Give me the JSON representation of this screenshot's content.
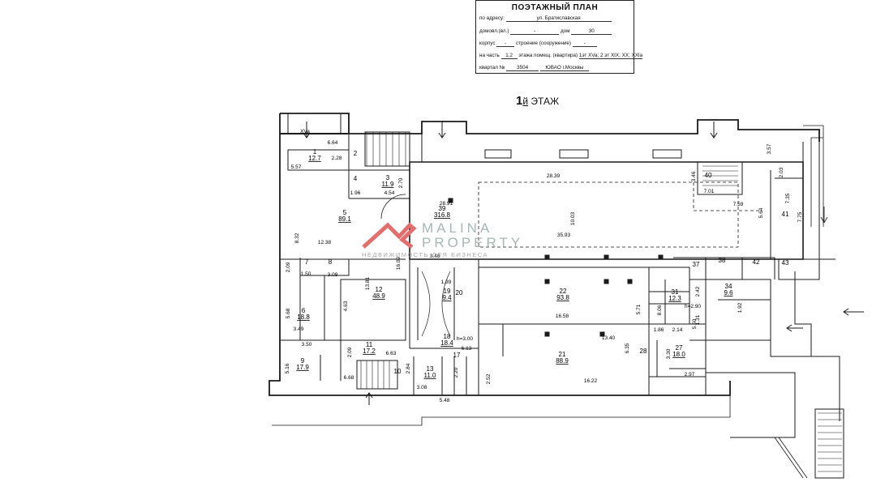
{
  "stamp": {
    "title": "ПОЭТАЖНЫЙ ПЛАН",
    "address_label": "по адресу:",
    "address_value": "ул. Братиславская",
    "domovl_label": "домовл.(вл.)",
    "domovl_value": "-",
    "dom_label": "дом",
    "dom_value": "30",
    "korpus_label": "корпус",
    "korpus_value": "-",
    "stroenie_label": "строение (сооружение)",
    "stroenie_value": "-",
    "part_label": "на часть",
    "part_value": "1,2",
    "part_rest": "этажа помещ. (квартира)",
    "part_rooms": "1эт XVa; 2 эт XIX; XX; XXIa",
    "kvartal_label": "квартал №",
    "kvartal_value": "3504",
    "district": "ЮВАО г.Москвы"
  },
  "floor": {
    "number": "1",
    "suffix": "й",
    "label": "ЭТАЖ"
  },
  "watermark": {
    "line1": "MALINA",
    "line2": "PROPERTY",
    "line3": "НЕДВИЖИМОСТЬ ДЛЯ БИЗНЕСА",
    "color": "#e07070"
  },
  "rooms": [
    {
      "id": "r1",
      "num": "1",
      "area": "12.7"
    },
    {
      "id": "r2",
      "num": "2",
      "area": ""
    },
    {
      "id": "r3",
      "num": "3",
      "area": "11.9"
    },
    {
      "id": "r4",
      "num": "4",
      "area": ""
    },
    {
      "id": "r5",
      "num": "5",
      "area": "89.1"
    },
    {
      "id": "r6",
      "num": "6",
      "area": "18.8"
    },
    {
      "id": "r7",
      "num": "7",
      "area": ""
    },
    {
      "id": "r8",
      "num": "8",
      "area": ""
    },
    {
      "id": "r9",
      "num": "9",
      "area": "17.9"
    },
    {
      "id": "r10",
      "num": "10",
      "area": ""
    },
    {
      "id": "r11",
      "num": "11",
      "area": "17.2"
    },
    {
      "id": "r12",
      "num": "12",
      "area": "48.9"
    },
    {
      "id": "r13",
      "num": "13",
      "area": "11.0"
    },
    {
      "id": "r17",
      "num": "17",
      "area": ""
    },
    {
      "id": "r18",
      "num": "18",
      "area": "18.4"
    },
    {
      "id": "r19",
      "num": "19",
      "area": "9.4"
    },
    {
      "id": "r20",
      "num": "20",
      "area": ""
    },
    {
      "id": "r21",
      "num": "21",
      "area": "88.9"
    },
    {
      "id": "r22",
      "num": "22",
      "area": "93.8"
    },
    {
      "id": "r27",
      "num": "27",
      "area": "18.0"
    },
    {
      "id": "r28",
      "num": "28",
      "area": ""
    },
    {
      "id": "r31",
      "num": "31",
      "area": "12.3"
    },
    {
      "id": "r34",
      "num": "34",
      "area": "9.6"
    },
    {
      "id": "r37",
      "num": "37",
      "area": ""
    },
    {
      "id": "r38",
      "num": "38",
      "area": ""
    },
    {
      "id": "r39",
      "num": "39",
      "area": "316.8"
    },
    {
      "id": "r40",
      "num": "40",
      "area": ""
    },
    {
      "id": "r41",
      "num": "41",
      "area": ""
    },
    {
      "id": "r42",
      "num": "42",
      "area": ""
    },
    {
      "id": "r43",
      "num": "43",
      "area": ""
    }
  ],
  "dimensions": [
    "6.64",
    "2.28",
    "5.57",
    "2.70",
    "1.96",
    "4.54",
    "28.91",
    "28.39",
    "3.46",
    "7.01",
    "2.03",
    "7.59",
    "7.35",
    "7.75",
    "5.64",
    "10.03",
    "35.93",
    "12.38",
    "8.32",
    "13.81",
    "16.09",
    "4.63",
    "3.48",
    "2.09",
    "3.09",
    "1.50",
    "5.68",
    "3.49",
    "3.50",
    "5.16",
    "6.63",
    "6.68",
    "2.84",
    "3.08",
    "5.48",
    "2.09",
    "1.39",
    "6.13",
    "2.52",
    "2.20",
    "16.58",
    "16.22",
    "13.40",
    "5.71",
    "6.35",
    "8.06",
    "1.86",
    "2.14",
    "1.31",
    "2.42",
    "1.92",
    "5.50",
    "3.30",
    "2.97",
    "3.57",
    "h=2.90",
    "h=3.00",
    "XVa"
  ]
}
